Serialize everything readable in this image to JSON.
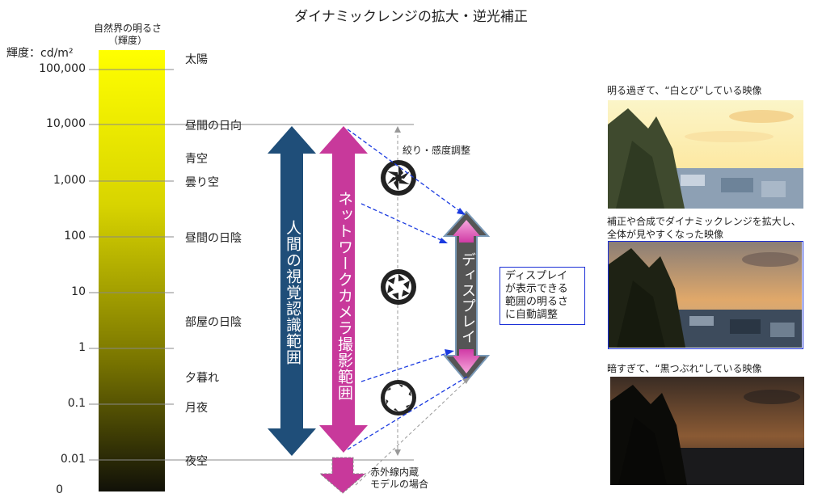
{
  "title": "ダイナミックレンジの拡大・逆光補正",
  "natural_brightness_label": "自然界の明るさ",
  "natural_brightness_sub": "（輝度）",
  "unit_label": "輝度：cd/m²",
  "ticks": [
    "100,000",
    "10,000",
    "1,000",
    "100",
    "10",
    "1",
    "0.1",
    "0.01",
    "0"
  ],
  "scenes": [
    "太陽",
    "昼間の日向",
    "青空",
    "曇り空",
    "昼間の日陰",
    "部屋の日陰",
    "夕暮れ",
    "月夜",
    "夜空"
  ],
  "human_range_label": "人間の視覚認識範囲",
  "camera_range_label": "ネットワークカメラ撮影範囲",
  "display_label": "ディスプレイ",
  "aperture_label": "絞り・感度調整",
  "display_note": [
    "ディスプレイ",
    "が表示できる",
    "範囲の明るさ",
    "に自動調整"
  ],
  "ir_note": [
    "赤外線内蔵",
    "モデルの場合"
  ],
  "photos": [
    {
      "caption": [
        "明る過ぎて、“白とび”している映像"
      ]
    },
    {
      "caption": [
        "補正や合成でダイナミックレンジを拡大し、",
        "全体が見やすくなった映像"
      ]
    },
    {
      "caption": [
        "暗すぎて、“黒つぶれ”している映像"
      ]
    }
  ],
  "colors": {
    "human": "#1f4e79",
    "camera": "#c8399b",
    "display": "#555555",
    "bar_top": "#ffff00",
    "bar_bottom": "#111111",
    "note_border": "#1a2ed6"
  }
}
